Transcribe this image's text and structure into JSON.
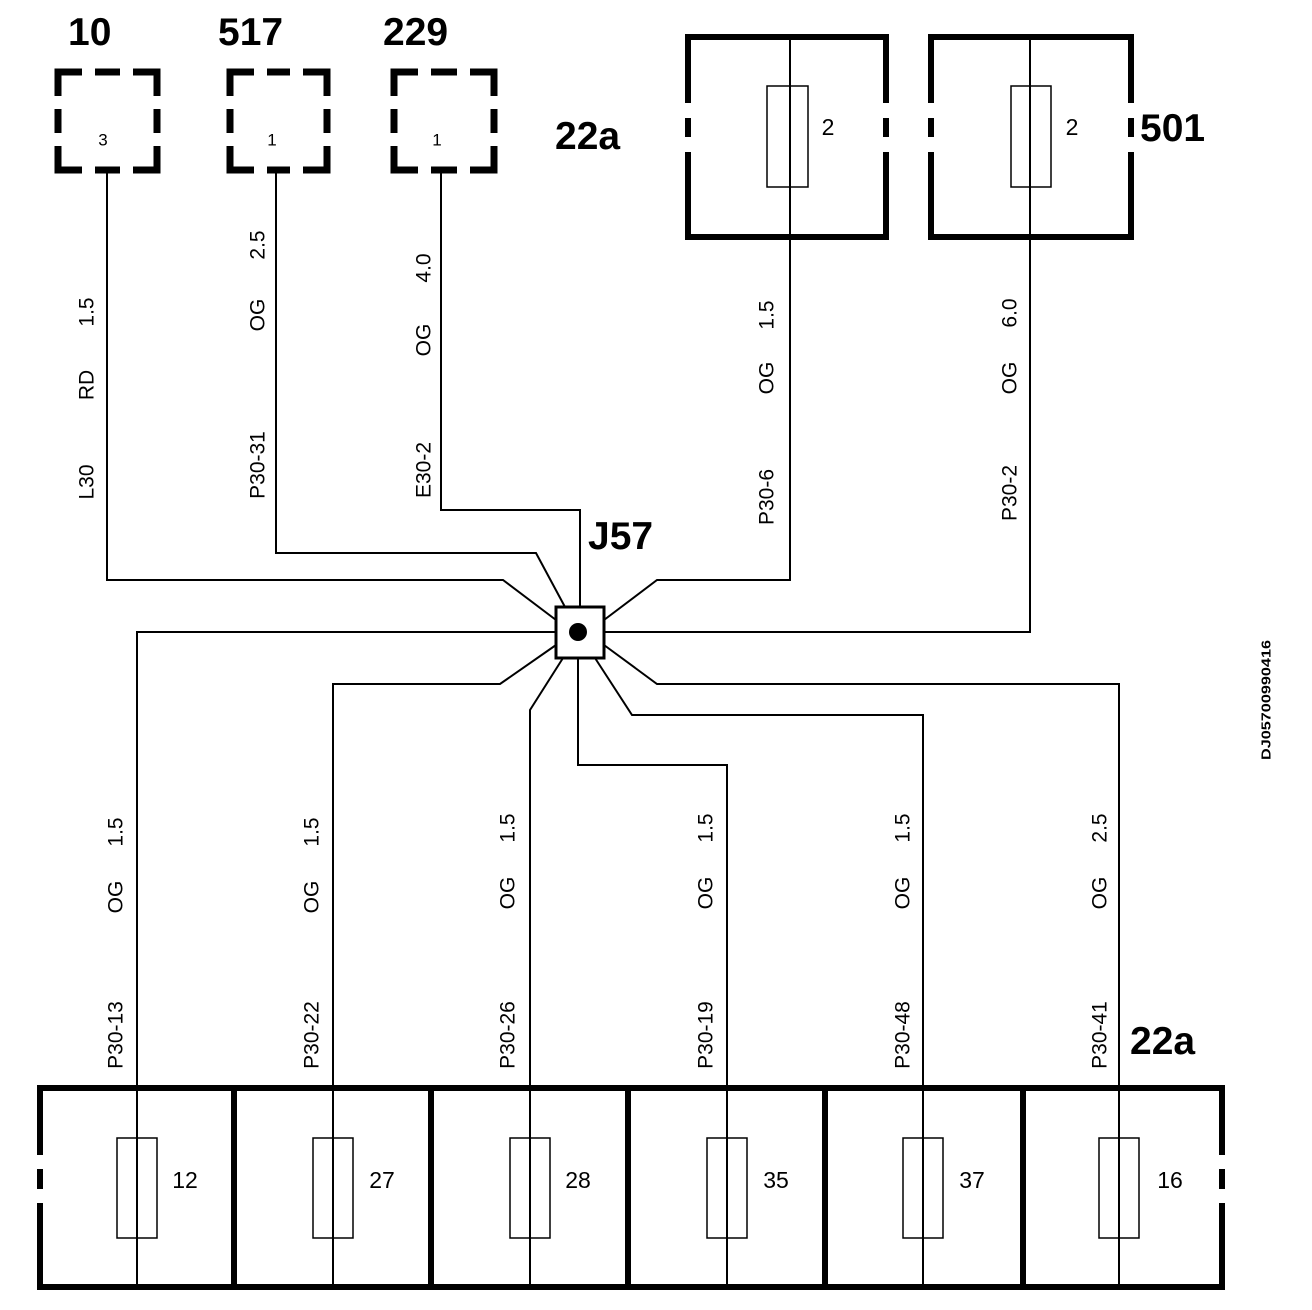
{
  "diagram": {
    "top_modules": [
      {
        "number": "10",
        "pin": "3"
      },
      {
        "number": "517",
        "pin": "1"
      },
      {
        "number": "229",
        "pin": "1"
      }
    ],
    "top_location_label": "22a",
    "top_fuse_boxes": [
      {
        "fuse": "2"
      },
      {
        "fuse": "2"
      }
    ],
    "top_fuse_box_number": "501",
    "junction": "J57",
    "bottom_location_label": "22a",
    "bottom_fuses": [
      "12",
      "27",
      "28",
      "35",
      "37",
      "16"
    ],
    "doc_id": "DJ05700990416"
  },
  "wires": {
    "upper": [
      {
        "circuit": "L30",
        "color": "RD",
        "size": "1.5"
      },
      {
        "circuit": "P30-31",
        "color": "OG",
        "size": "2.5"
      },
      {
        "circuit": "E30-2",
        "color": "OG",
        "size": "4.0"
      },
      {
        "circuit": "P30-6",
        "color": "OG",
        "size": "1.5"
      },
      {
        "circuit": "P30-2",
        "color": "OG",
        "size": "6.0"
      }
    ],
    "lower": [
      {
        "circuit": "P30-13",
        "color": "OG",
        "size": "1.5"
      },
      {
        "circuit": "P30-22",
        "color": "OG",
        "size": "1.5"
      },
      {
        "circuit": "P30-26",
        "color": "OG",
        "size": "1.5"
      },
      {
        "circuit": "P30-19",
        "color": "OG",
        "size": "1.5"
      },
      {
        "circuit": "P30-48",
        "color": "OG",
        "size": "1.5"
      },
      {
        "circuit": "P30-41",
        "color": "OG",
        "size": "2.5"
      }
    ]
  }
}
